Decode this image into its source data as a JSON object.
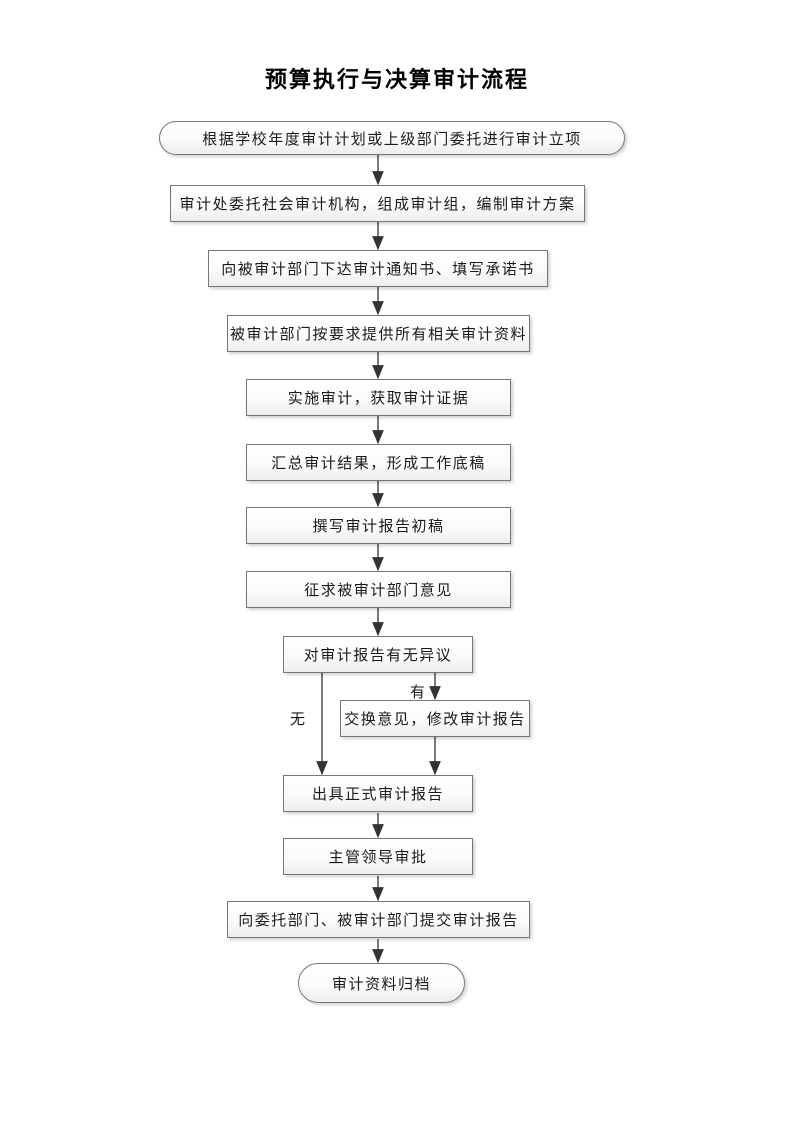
{
  "page": {
    "title": "预算执行与决算审计流程"
  },
  "diagram": {
    "type": "flowchart",
    "direction": "top-down",
    "nodes": [
      {
        "id": "start",
        "shape": "stadium",
        "label": "根据学校年度审计计划或上级部门委托进行审计立项"
      },
      {
        "id": "form-team",
        "shape": "rectangle",
        "label": "审计处委托社会审计机构，组成审计组，编制审计方案"
      },
      {
        "id": "notify",
        "shape": "rectangle",
        "label": "向被审计部门下达审计通知书、填写承诺书"
      },
      {
        "id": "provide-materials",
        "shape": "rectangle",
        "label": "被审计部门按要求提供所有相关审计资料"
      },
      {
        "id": "implement-audit",
        "shape": "rectangle",
        "label": "实施审计，获取审计证据"
      },
      {
        "id": "summarize-results",
        "shape": "rectangle",
        "label": "汇总审计结果，形成工作底稿"
      },
      {
        "id": "draft-report",
        "shape": "rectangle",
        "label": "撰写审计报告初稿"
      },
      {
        "id": "solicit-opinions",
        "shape": "rectangle",
        "label": "征求被审计部门意见"
      },
      {
        "id": "objection-check",
        "shape": "rectangle",
        "label": "对审计报告有无异议"
      },
      {
        "id": "revise-report",
        "shape": "rectangle",
        "label": "交换意见，修改审计报告"
      },
      {
        "id": "issue-report",
        "shape": "rectangle",
        "label": "出具正式审计报告"
      },
      {
        "id": "leader-approval",
        "shape": "rectangle",
        "label": "主管领导审批"
      },
      {
        "id": "submit-report",
        "shape": "rectangle",
        "label": "向委托部门、被审计部门提交审计报告"
      },
      {
        "id": "archive",
        "shape": "stadium",
        "label": "审计资料归档"
      }
    ],
    "edges": [
      {
        "from": "start",
        "to": "form-team",
        "label": ""
      },
      {
        "from": "form-team",
        "to": "notify",
        "label": ""
      },
      {
        "from": "notify",
        "to": "provide-materials",
        "label": ""
      },
      {
        "from": "provide-materials",
        "to": "implement-audit",
        "label": ""
      },
      {
        "from": "implement-audit",
        "to": "summarize-results",
        "label": ""
      },
      {
        "from": "summarize-results",
        "to": "draft-report",
        "label": ""
      },
      {
        "from": "draft-report",
        "to": "solicit-opinions",
        "label": ""
      },
      {
        "from": "solicit-opinions",
        "to": "objection-check",
        "label": ""
      },
      {
        "from": "objection-check",
        "to": "issue-report",
        "label": "无"
      },
      {
        "from": "objection-check",
        "to": "revise-report",
        "label": "有"
      },
      {
        "from": "revise-report",
        "to": "issue-report",
        "label": ""
      },
      {
        "from": "issue-report",
        "to": "leader-approval",
        "label": ""
      },
      {
        "from": "leader-approval",
        "to": "submit-report",
        "label": ""
      },
      {
        "from": "submit-report",
        "to": "archive",
        "label": ""
      }
    ],
    "branch_labels": {
      "yes": "有",
      "no": "无"
    },
    "colors": {
      "box_border": "#767676",
      "box_fill_top": "#ffffff",
      "box_fill_bottom": "#ededed",
      "connector_line": "#333333",
      "text": "#1a1a1a",
      "background": "#ffffff"
    }
  }
}
